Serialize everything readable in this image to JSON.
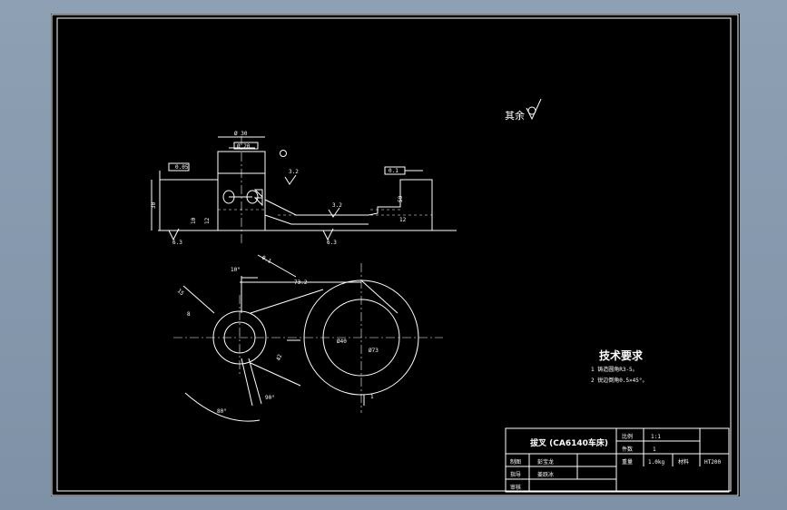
{
  "drawing": {
    "general_roughness": "其余",
    "tech_req": {
      "title": "技术要求",
      "items": [
        "1 铸造圆角R3-5。",
        "2 锐边倒角0.5×45°。"
      ]
    },
    "title_block": {
      "part_name": "拔叉 (CA6140车床)",
      "scale_label": "比例",
      "scale_value": "1:1",
      "qty_label": "件数",
      "qty_value": "1",
      "weight_label": "重量",
      "weight_value": "1.0kg",
      "material_label": "材料",
      "material_value": "HT200",
      "drawn_label": "制图",
      "drawn_name": "彭宝龙",
      "design_label": "指导",
      "design_name": "姜跃冰",
      "check_label": "审核"
    },
    "dims": {
      "d30": "Ø 30",
      "d20": "Ø 20",
      "r32": "3.2",
      "r32b": "3.2",
      "h30": "30",
      "h10": "10",
      "h12": "12",
      "h12b": "12",
      "h50": "50",
      "a10": "10°",
      "a80": "80°",
      "a90": "90°",
      "d40": "Ø40",
      "d73": "Ø73",
      "l73": "73.2",
      "l15": "15",
      "l8": "8",
      "l42": "42",
      "l1": "1",
      "n63": "6.3",
      "n63b": "6.3",
      "gdt1": "0.05",
      "gdt2": "0.1",
      "gdt3": "0.1"
    }
  }
}
